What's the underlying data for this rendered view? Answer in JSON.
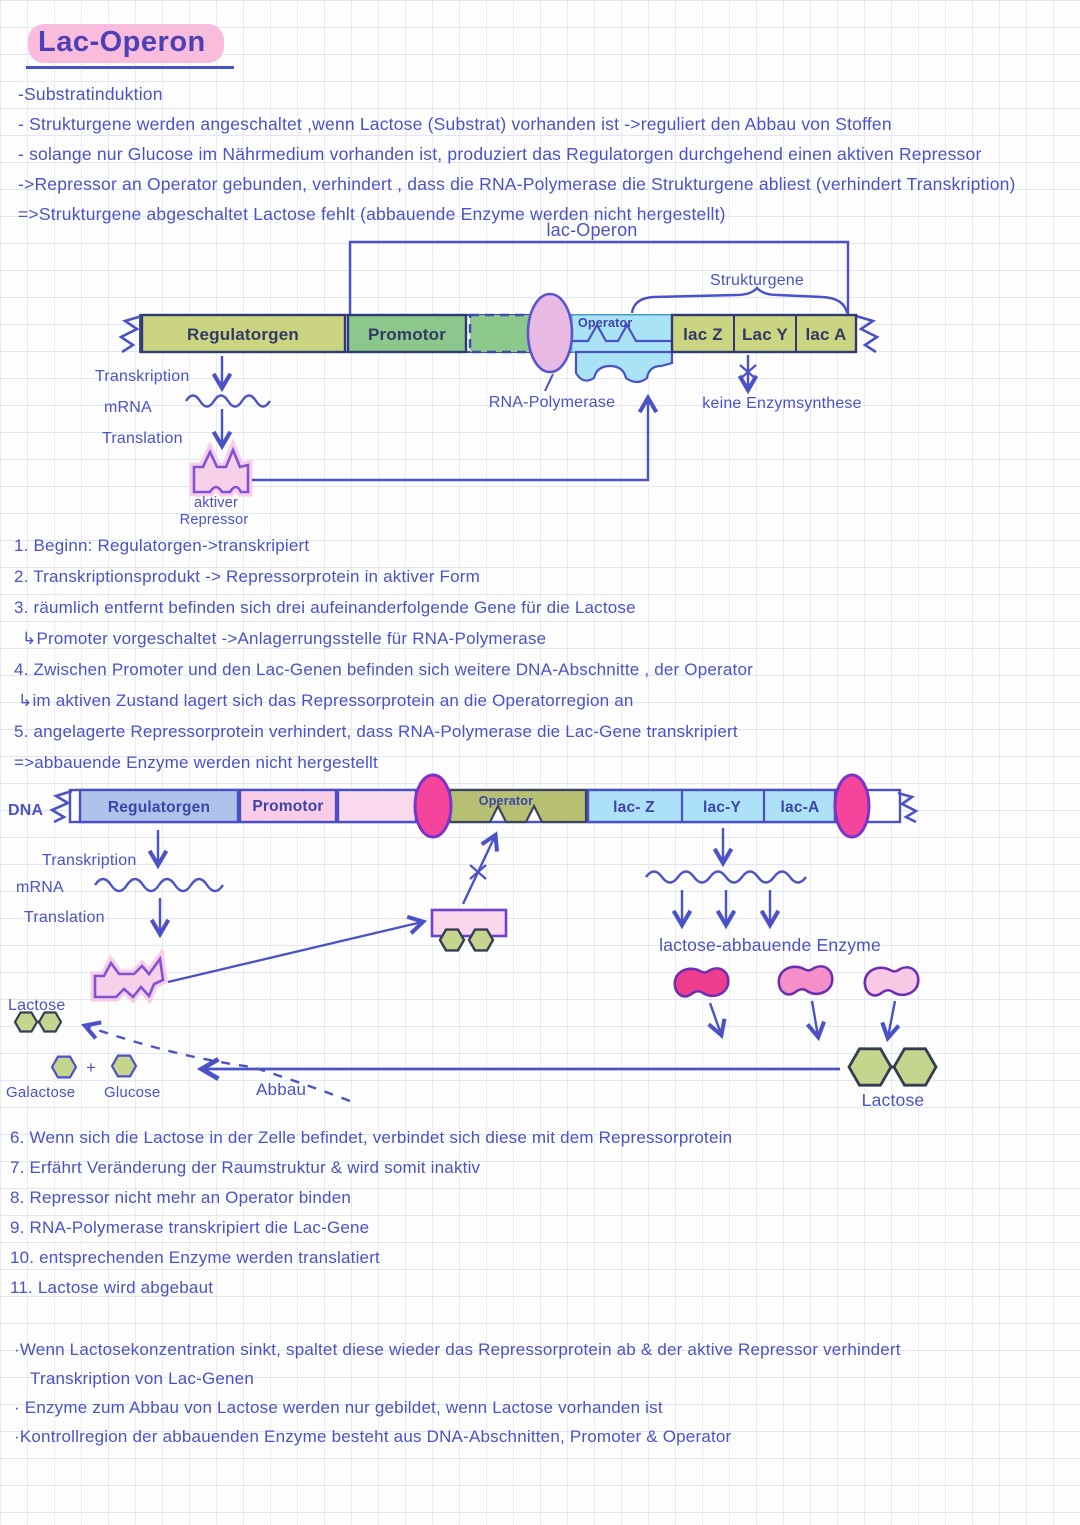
{
  "colors": {
    "ink": "#4a52c6",
    "title_ink": "#4c40b4",
    "highlight_pink": "#f9bcdc",
    "box_border_dark": "#2f3a72",
    "olive_gene": "#cbd581",
    "green_promotor": "#8cc78c",
    "lightblue_operator": "#a9e3f5",
    "pink_polymerase": "#e7b9e3",
    "magenta_polymerase": "#f4449c",
    "blue_regulatorgen": "#aec3ea",
    "pink_promotor": "#f9cde8",
    "pale_pink_segment": "#fbd9ec",
    "olive_operator2": "#b6bf72",
    "lightblue_lac2": "#ade1f8",
    "repressor_pink": "#f8d0ea",
    "repressor_outline": "#7d55d4",
    "enzyme_dark": "#ef3d8e",
    "enzyme_mid": "#f48fca",
    "enzyme_light": "#f9c8e5",
    "hexagon_green": "#c6d58d"
  },
  "title": "Lac-Operon",
  "intro_lines": [
    "-Substratinduktion",
    "- Strukturgene  werden angeschaltet ,wenn Lactose (Substrat)  vorhanden ist ->reguliert den Abbau von Stoffen",
    "- solange nur Glucose im Nährmedium vorhanden ist, produziert das Regulatorgen durchgehend einen aktiven Repressor",
    "->Repressor an Operator gebunden, verhindert , dass die RNA-Polymerase die Strukturgene abliest (verhindert Transkription)",
    "=>Strukturgene abgeschaltet Lactose fehlt (abbauende Enzyme werden nicht hergestellt)"
  ],
  "diagram1": {
    "operon_label": "lac-Operon",
    "strukturgene_label": "Strukturgene",
    "regulatorgen": "Regulatorgen",
    "promotor": "Promotor",
    "operator": "Operator",
    "lac_z": "lac Z",
    "lac_y": "Lac Y",
    "lac_a": "lac A",
    "transkription": "Transkription",
    "mrna": "mRNA",
    "translation": "Translation",
    "rna_polymerase": "RNA-Polymerase",
    "keine_enzymsynthese": "keine Enzymsynthese",
    "aktiver": "aktiver",
    "repressor": "Repressor"
  },
  "steps_1_5": [
    "1. Beginn: Regulatorgen->transkripiert",
    "2. Transkriptionsprodukt -> Repressorprotein in aktiver Form",
    "3. räumlich entfernt befinden sich drei aufeinanderfolgende  Gene für die Lactose",
    "↳Promoter vorgeschaltet ->Anlagerrungsstelle  für  RNA-Polymerase",
    "4. Zwischen Promoter und den Lac-Genen befinden sich weitere  DNA-Abschnitte , der Operator",
    "↳im aktiven Zustand lagert sich das Repressorprotein an die Operatorregion an",
    "5. angelagerte Repressorprotein verhindert, dass RNA-Polymerase  die Lac-Gene  transkripiert",
    "=>abbauende Enzyme werden nicht hergestellt"
  ],
  "diagram2": {
    "dna": "DNA",
    "regulatorgen": "Regulatorgen",
    "promotor": "Promotor",
    "operator": "Operator",
    "lac_z": "lac- Z",
    "lac_y": "lac-Y",
    "lac_a": "lac-A",
    "transkription": "Transkription",
    "mrna": "mRNA",
    "translation": "Translation",
    "lactose_small": "Lactose",
    "galactose": "Galactose",
    "plus": "+",
    "glucose": "Glucose",
    "abbau": "Abbau",
    "enzyme_label": "lactose-abbauende Enzyme",
    "lactose_big": "Lactose"
  },
  "steps_6_11": [
    "6. Wenn sich die Lactose in der Zelle befindet, verbindet sich diese mit dem Repressorprotein",
    "7. Erfährt Veränderung der Raumstruktur & wird somit inaktiv",
    "8. Repressor nicht mehr an Operator binden",
    "9. RNA-Polymerase transkripiert die Lac-Gene",
    "10. entsprechenden Enzyme werden translatiert",
    "11. Lactose wird abgebaut"
  ],
  "closing_lines": [
    "·Wenn Lactosekonzentration sinkt, spaltet diese wieder das Repressorprotein  ab & der  aktive Repressor verhindert",
    "Transkription von Lac-Genen",
    "· Enzyme  zum Abbau von Lactose werden nur  gebildet, wenn Lactose  vorhanden ist",
    "·Kontrollregion der abbauenden Enzyme besteht  aus DNA-Abschnitten, Promoter & Operator"
  ]
}
